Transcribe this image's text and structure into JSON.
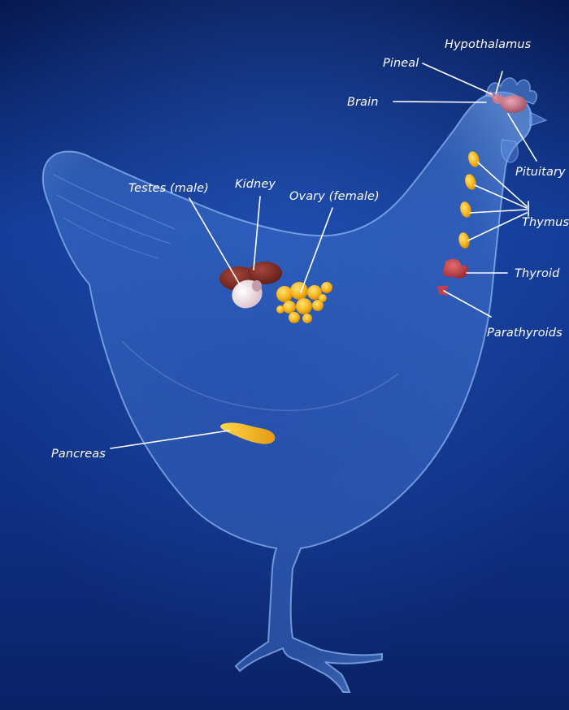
{
  "labels": {
    "hypothalamus": "Hypothalamus",
    "pineal": "Pineal",
    "brain": "Brain",
    "pituitary": "Pituitary",
    "testes": "Testes (male)",
    "kidney": "Kidney",
    "ovary": "Ovary (female)",
    "thymus": "Thymus",
    "thyroid": "Thyroid",
    "parathyroids": "Parathyroids",
    "pancreas": "Pancreas"
  },
  "colors": {
    "background_top": "#06184f",
    "background_mid": "#123a96",
    "background_bottom": "#0a2266",
    "silhouette": "#5b8fe0",
    "label_text": "#ffffff",
    "gland_yellow": "#f2b21c",
    "kidney": "#7a2a22",
    "testes": "#f1e4ea",
    "thyroid": "#c2404a",
    "brain": "#c97a8e"
  }
}
